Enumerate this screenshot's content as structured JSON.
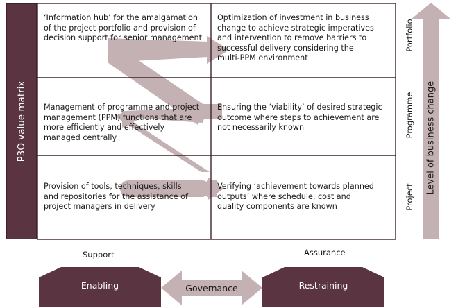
{
  "matrix": {
    "title": "P3O value matrix",
    "cells": [
      [
        "‘Information hub’ for the amalgamation\nof the project portfolio and provision of\ndecision support for senior management",
        "Optimization of investment in business\nchange to achieve strategic imperatives\nand intervention to remove barriers to\nsuccessful delivery considering the\nmulti-PPM environment"
      ],
      [
        "Management of programme and project\nmanagement (PPM) functions that are\nmore efficiently and effectively\nmanaged centrally",
        "Ensuring the ‘viability’ of desired strategic\noutcome where steps to achievement are\nnot necessarily known"
      ],
      [
        "Provision of tools, techniques, skills\nand repositories for the assistance of\nproject managers in delivery",
        "Verifying ‘achievement towards planned\noutputs’ where schedule, cost and\nquality components are known"
      ]
    ]
  },
  "row_labels": [
    "Portfolio",
    "Programme",
    "Project"
  ],
  "level_arrow_label": "Level of business change",
  "bottom": {
    "support_label": "Support",
    "assurance_label": "Assurance",
    "enabling_label": "Enabling",
    "governance_label": "Governance",
    "restraining_label": "Restraining"
  },
  "colors": {
    "dark": "#5a3440",
    "arrow": "#c4b1b4",
    "grid": "#3e222b"
  }
}
